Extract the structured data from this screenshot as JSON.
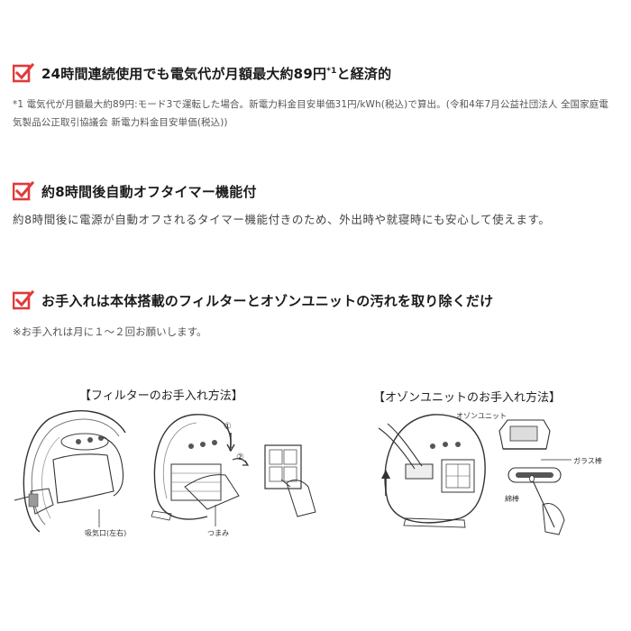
{
  "features": [
    {
      "title": "24時間連続使用でも電気代が月額最大約89円",
      "title_sup": "*1",
      "title_suffix": "と経済的",
      "note": "*1 電気代が月額最大約89円:モード3で運転した場合。新電力料金目安単価31円/kWh(税込)で算出。(令和4年7月公益社団法人 全国家庭電気製品公正取引協議会 新電力料金目安単価(税込))"
    },
    {
      "title": "約8時間後自動オフタイマー機能付",
      "body": "約8時間後に電源が自動オフされるタイマー機能付きのため、外出時や就寝時にも安心して使えます。"
    },
    {
      "title": "お手入れは本体搭載のフィルターとオゾンユニットの汚れを取り除くだけ",
      "note": "※お手入れは月に１～２回お願いします。"
    }
  ],
  "diagrams": {
    "filter": {
      "title": "【フィルターのお手入れ方法】",
      "label_intake": "吸気口(左右)",
      "label_knob": "つまみ",
      "step1": "①",
      "step2": "②"
    },
    "ozone": {
      "title": "【オゾンユニットのお手入れ方法】",
      "label_unit": "オゾンユニット",
      "label_glass": "ガラス棒",
      "label_rod": "綿棒"
    }
  },
  "colors": {
    "accent": "#e03a3a",
    "text": "#222222"
  },
  "icons": [
    "check-icon"
  ]
}
